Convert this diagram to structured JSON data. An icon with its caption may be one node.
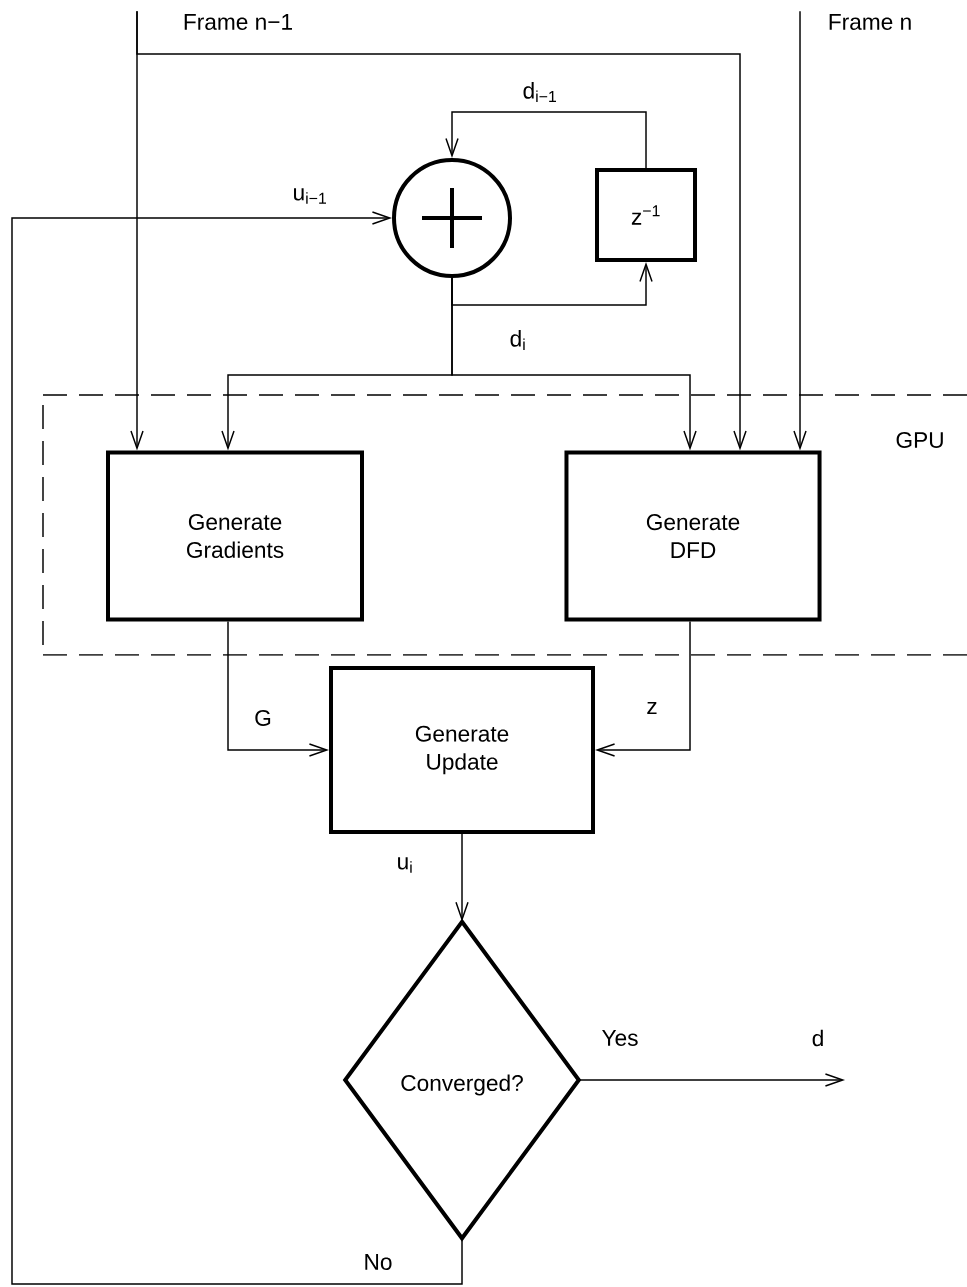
{
  "diagram": {
    "nodes": [
      {
        "text": [
          "GPU"
        ]
      },
      {
        "text": [],
        "shape": "circle"
      },
      {
        "text": [
          "z$^{−1}$"
        ]
      },
      {
        "text": [
          "Generate Gradients"
        ],
        "in": 0
      },
      {
        "text": [
          "Generate DFD"
        ],
        "in": 0
      },
      {
        "text": [
          "Generate Update"
        ]
      },
      {
        "text": [
          "Converged?"
        ]
      },
      {
        "text": [
          "Frame n−1"
        ]
      },
      {
        "text": [
          "Frame n"
        ]
      }
    ],
    "edges": [
      {
        "from": 7,
        "to": 3,
        "arrow": "to"
      },
      {
        "from": 7,
        "to": 4,
        "arrow": "to"
      },
      {
        "from": 8,
        "to": 4,
        "arrow": "to"
      },
      {
        "from": 1,
        "to": 2,
        "arrow": "to"
      },
      {
        "from": 2,
        "to": 1,
        "arrow": "to",
        "label": "d$_{i−1}$"
      },
      {
        "from": 1,
        "to": 3,
        "arrow": "to",
        "label": "d$_{i}$"
      },
      {
        "from": 1,
        "to": 4,
        "arrow": "to"
      },
      {
        "from": 3,
        "to": 5,
        "arrow": "to",
        "label": "G"
      },
      {
        "from": 4,
        "to": 5,
        "arrow": "to",
        "label": "z"
      },
      {
        "from": 5,
        "to": 6,
        "arrow": "to",
        "label": "u$_{i}$"
      },
      {
        "from": 6,
        "to": null,
        "arrow": "to",
        "label": "Yes"
      },
      {
        "from": 6,
        "to": 1,
        "arrow": "to",
        "label": "u$_{i−1}$"
      }
    ],
    "labels": [
      "d",
      "No"
    ]
  }
}
